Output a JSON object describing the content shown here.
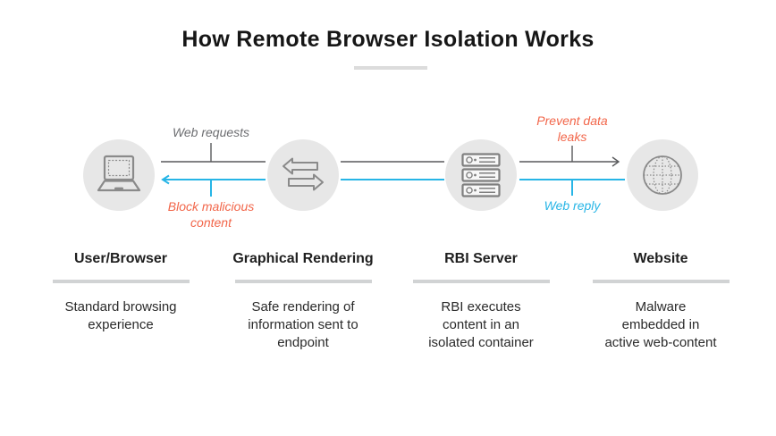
{
  "title": "How Remote Browser Isolation Works",
  "colors": {
    "accent_orange": "#f2664a",
    "accent_cyan": "#27b5e6",
    "line_gray": "#58595b",
    "label_gray": "#6d6e71",
    "circle_fill": "#e7e7e7",
    "icon_stroke": "#8a8a8a",
    "bar_gray": "#d1d3d4",
    "divider_gray": "#dcdcdc"
  },
  "connectors": {
    "web_requests": "Web requests",
    "block_malicious": [
      "Block malicious",
      "content"
    ],
    "prevent_data_leaks": [
      "Prevent data",
      "leaks"
    ],
    "web_reply": "Web reply"
  },
  "nodes": [
    {
      "icon": "laptop-icon",
      "heading": "User/Browser",
      "description": [
        "Standard browsing",
        "experience"
      ]
    },
    {
      "icon": "transfer-arrows-icon",
      "heading": "Graphical Rendering",
      "description": [
        "Safe rendering of",
        "information sent to",
        "endpoint"
      ]
    },
    {
      "icon": "server-stack-icon",
      "heading": "RBI Server",
      "description": [
        "RBI executes",
        "content in an",
        "isolated container"
      ]
    },
    {
      "icon": "globe-icon",
      "heading": "Website",
      "description": [
        "Malware",
        "embedded in",
        "active web-content"
      ]
    }
  ]
}
